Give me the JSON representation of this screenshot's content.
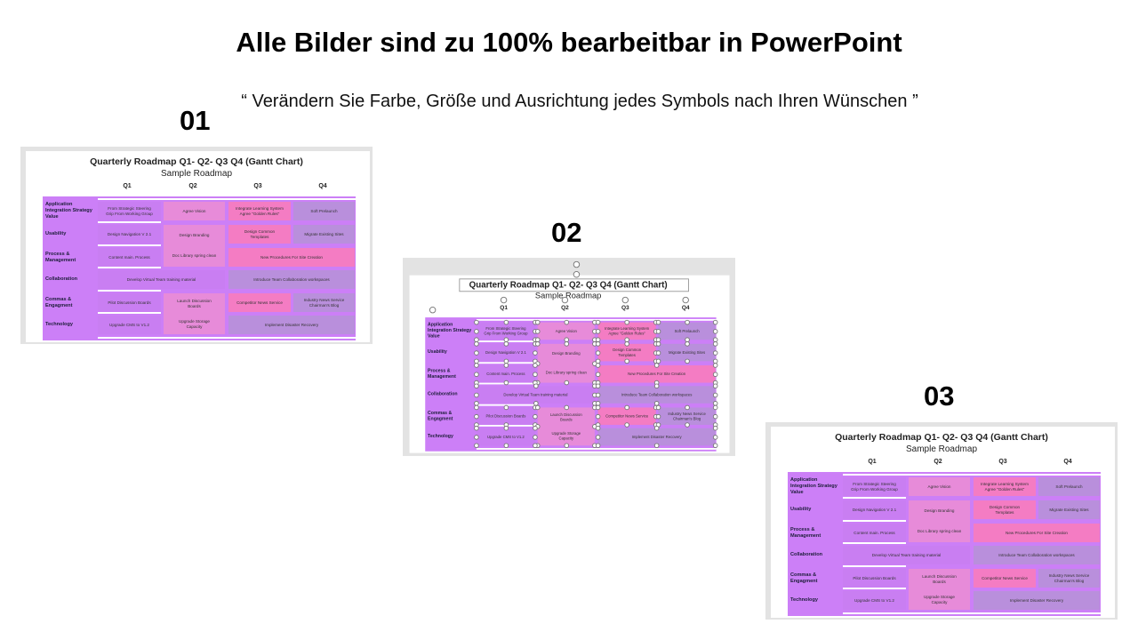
{
  "header": {
    "title": "Alle Bilder sind zu 100% bearbeitbar in PowerPoint",
    "subtitle": "“ Verändern Sie Farbe, Größe und Ausrichtung jedes Symbols nach Ihren Wünschen ”"
  },
  "slides": [
    {
      "number": "01"
    },
    {
      "number": "02",
      "selected": true
    },
    {
      "number": "03"
    }
  ],
  "roadmap": {
    "title": "Quarterly Roadmap Q1- Q2- Q3 Q4 (Gantt Chart)",
    "subtitle": "Sample Roadmap",
    "quarters": [
      "Q1",
      "Q2",
      "Q3",
      "Q4"
    ],
    "rows": [
      "Application Integration Strategy Value",
      "Usability",
      "Process & Management",
      "Collaboration",
      "Commas & Engagment",
      "Technology"
    ],
    "colors": {
      "band": "#cc7ff7",
      "q1": "#c97ef2",
      "q2": "#e78bd9",
      "q3": "#f47cc3",
      "q4": "#b98fdc"
    },
    "cells": [
      {
        "row": 0,
        "col": 0,
        "rowspan": 1,
        "colspan": 1,
        "color": "q1",
        "texts": [
          "From Strategic Steering Grip From Working Group"
        ]
      },
      {
        "row": 0,
        "col": 1,
        "rowspan": 1,
        "colspan": 1,
        "color": "q2",
        "texts": [
          "Agree Vision"
        ]
      },
      {
        "row": 0,
        "col": 2,
        "rowspan": 1,
        "colspan": 1,
        "color": "q3",
        "texts": [
          "Integrate Learning System Agree \"Golden Rules\""
        ]
      },
      {
        "row": 0,
        "col": 3,
        "rowspan": 1,
        "colspan": 1,
        "color": "q4",
        "texts": [
          "Soft Prelaunch"
        ]
      },
      {
        "row": 1,
        "col": 0,
        "rowspan": 1,
        "colspan": 1,
        "color": "q1",
        "texts": [
          "Design Navigation V 2.1"
        ]
      },
      {
        "row": 1,
        "col": 1,
        "rowspan": 2,
        "colspan": 1,
        "color": "q2",
        "texts": [
          "Design Branding",
          "Doc Library spring clean"
        ]
      },
      {
        "row": 1,
        "col": 2,
        "rowspan": 1,
        "colspan": 1,
        "color": "q3",
        "texts": [
          "Design Common Templates"
        ]
      },
      {
        "row": 1,
        "col": 3,
        "rowspan": 1,
        "colspan": 1,
        "color": "q4",
        "texts": [
          "Migrate Existing Sites"
        ]
      },
      {
        "row": 2,
        "col": 0,
        "rowspan": 1,
        "colspan": 1,
        "color": "q1",
        "texts": [
          "Content main. Process"
        ]
      },
      {
        "row": 2,
        "col": 2,
        "rowspan": 1,
        "colspan": 2,
        "color": "q3",
        "texts": [
          "New Procedures For Site Creation"
        ]
      },
      {
        "row": 3,
        "col": 0,
        "rowspan": 1,
        "colspan": 2,
        "color": "q1",
        "texts": [
          "Develop Virtual Team training material"
        ]
      },
      {
        "row": 3,
        "col": 2,
        "rowspan": 1,
        "colspan": 2,
        "color": "q4",
        "texts": [
          "Introduce Team Collaboration workspaces"
        ]
      },
      {
        "row": 4,
        "col": 0,
        "rowspan": 1,
        "colspan": 1,
        "color": "q1",
        "texts": [
          "Pilot Discussion Boards"
        ]
      },
      {
        "row": 4,
        "col": 1,
        "rowspan": 2,
        "colspan": 1,
        "color": "q2",
        "texts": [
          "Launch Discussion Boards",
          "Upgrade Storage Capacity"
        ]
      },
      {
        "row": 4,
        "col": 2,
        "rowspan": 1,
        "colspan": 1,
        "color": "q3",
        "texts": [
          "Competitor News Service"
        ]
      },
      {
        "row": 4,
        "col": 3,
        "rowspan": 1,
        "colspan": 1,
        "color": "q4",
        "texts": [
          "Industry News Service Chairman's Blog"
        ]
      },
      {
        "row": 5,
        "col": 0,
        "rowspan": 1,
        "colspan": 1,
        "color": "q1",
        "texts": [
          "Upgrade CMS to V1.2"
        ]
      },
      {
        "row": 5,
        "col": 2,
        "rowspan": 1,
        "colspan": 2,
        "color": "q4",
        "texts": [
          "Implement Disaster Recovery"
        ]
      }
    ]
  }
}
